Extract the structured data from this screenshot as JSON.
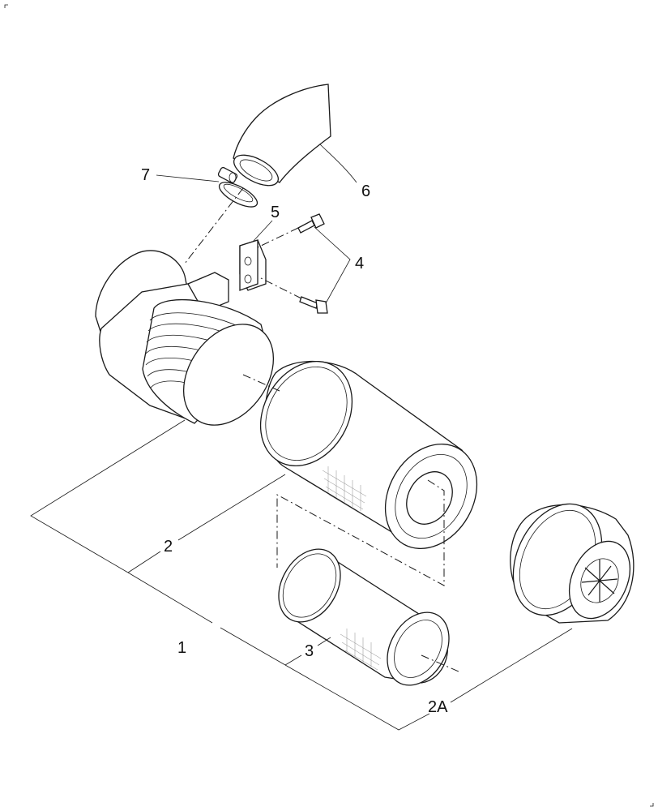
{
  "callouts": {
    "c1": "1",
    "c2": "2",
    "c2a": "2A",
    "c3": "3",
    "c4": "4",
    "c5": "5",
    "c6": "6",
    "c7": "7"
  }
}
